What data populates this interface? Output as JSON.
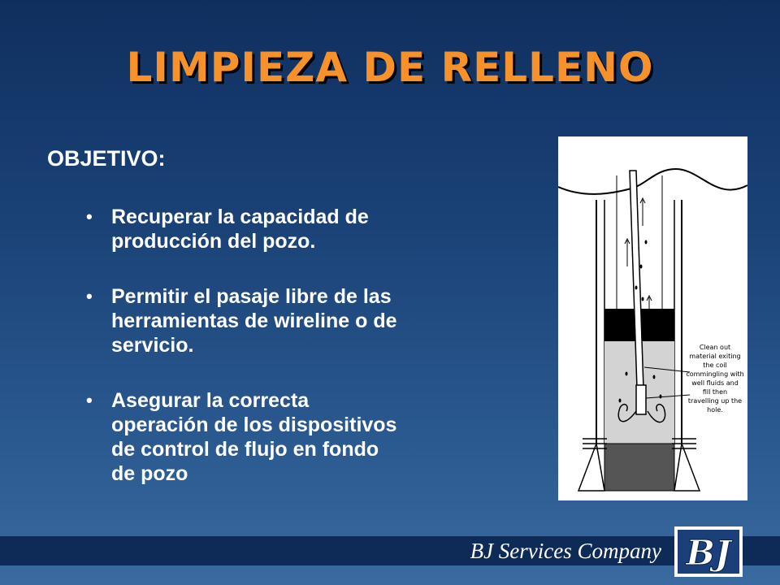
{
  "slide": {
    "title": "LIMPIEZA DE RELLENO",
    "subtitle": "OBJETIVO:",
    "bullet_glyph": "•",
    "bullets": [
      {
        "line1": "Recuperar la capacidad de",
        "line2": "producción del pozo."
      },
      {
        "line1": "Permitir el pasaje libre de las",
        "line2": "herramientas de wireline o de",
        "line3": "servicio."
      },
      {
        "line1": "Asegurar la correcta",
        "line2": "operación de los dispositivos",
        "line3": "de control de flujo en fondo",
        "line4": "de pozo"
      }
    ]
  },
  "diagram": {
    "annotation_lines": [
      "Clean out",
      "material exiting",
      "the coil",
      "commingling with",
      "well fluids and",
      "fill then",
      "travelling up the",
      "hole."
    ]
  },
  "footer": {
    "company": "BJ Services Company",
    "logo_text": "BJ"
  },
  "colors": {
    "title": "#f7922a",
    "background_top": "#0f2f5f",
    "background_bottom": "#3a6aa0",
    "footer_bar": "#0e2a57",
    "packer": "#000000",
    "fill": "#d3d3d3",
    "fill_deep": "#555555"
  }
}
